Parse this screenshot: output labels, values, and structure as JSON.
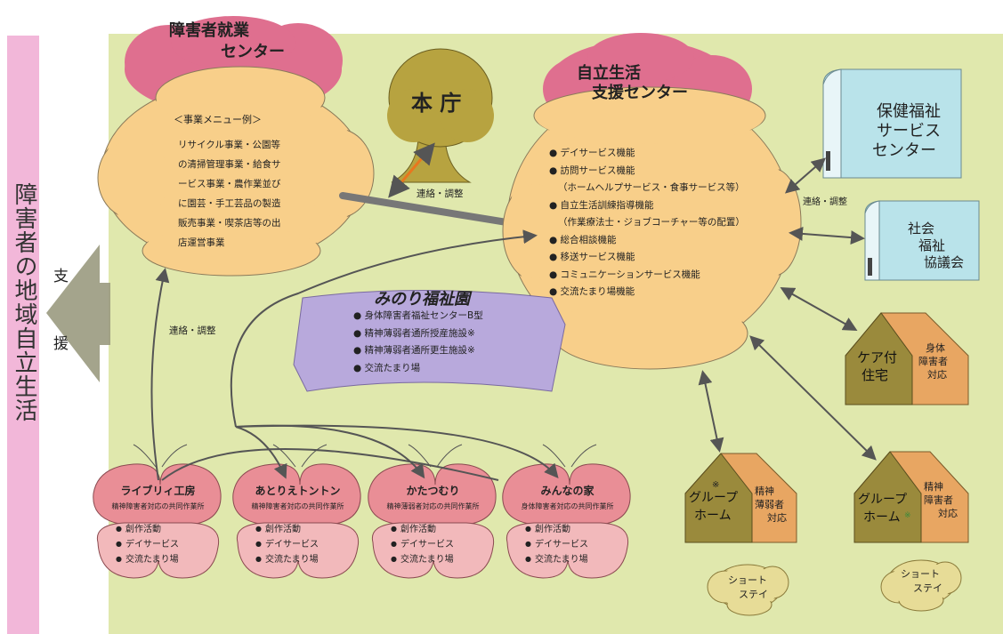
{
  "side_label": "障害者の地域自立生活",
  "support_arrow": [
    "支",
    "援"
  ],
  "employment_center": {
    "title_lines": [
      "障害者就業",
      "センター"
    ],
    "menu_header": "＜事業メニュー例＞",
    "menu_lines": [
      "リサイクル事業・公園等",
      "の清掃管理事業・給食サ",
      "ービス事業・農作業並び",
      "に園芸・手工芸品の製造",
      "販売事業・喫茶店等の出",
      "店運営事業"
    ]
  },
  "honcho": "本 庁",
  "support_center": {
    "title_lines": [
      "自立生活",
      "支援センター"
    ],
    "items": [
      "デイサービス機能",
      "訪問サービス機能",
      "（ホームヘルプサービス・食事サービス等）",
      "自立生活訓練指導機能",
      "（作業療法士・ジョブコーチャー等の配置）",
      "総合相談機能",
      "移送サービス機能",
      "コミュニケーションサービス機能",
      "交流たまり場機能"
    ],
    "bullets": [
      true,
      true,
      false,
      true,
      false,
      true,
      true,
      true,
      true
    ]
  },
  "minori": {
    "title": "みのり福祉園",
    "items": [
      "身体障害者福祉センターB型",
      "精神薄弱者通所授産施設※",
      "精神薄弱者通所更生施設※",
      "交流たまり場"
    ]
  },
  "renraku_labels": [
    "連絡・調整",
    "連絡・調整",
    "連絡・調整"
  ],
  "hoken_center": [
    "保健福祉",
    "サービス",
    "センター"
  ],
  "shakai": [
    "社会",
    "福祉",
    "協議会"
  ],
  "care_house": {
    "main": [
      "ケア付",
      "住宅"
    ],
    "side": [
      "身体",
      "障害者",
      "対応"
    ]
  },
  "group_home_1": {
    "mark": "※",
    "main": [
      "グループ",
      "ホーム"
    ],
    "side": [
      "精神",
      "薄弱者",
      "対応"
    ]
  },
  "group_home_2": {
    "mark": "※",
    "main": [
      "グループ",
      "ホーム"
    ],
    "side": [
      "精神",
      "障害者",
      "対応"
    ]
  },
  "short_stay": [
    "ショート",
    "ステイ"
  ],
  "workshops": [
    {
      "name": "ライブリィ工房",
      "sub": "精神障害者対応の共同作業所",
      "items": [
        "創作活動",
        "デイサービス",
        "交流たまり場"
      ]
    },
    {
      "name": "あとりえトントン",
      "sub": "精神障害者対応の共同作業所",
      "items": [
        "創作活動",
        "デイサービス",
        "交流たまり場"
      ]
    },
    {
      "name": "かたつむり",
      "sub": "精神薄弱者対応の共同作業所",
      "items": [
        "創作活動",
        "デイサービス",
        "交流たまり場"
      ]
    },
    {
      "name": "みんなの家",
      "sub": "身体障害者対応の共同作業所",
      "items": [
        "創作活動",
        "デイサービス",
        "交流たまり場"
      ]
    }
  ],
  "colors": {
    "background": "#e0e8ad",
    "pink_cloud": "#df6f8f",
    "orange_cloud": "#f8cf8a",
    "tree": "#b7a340",
    "lavender": "#b8a9dc",
    "cyan_building": "#b9e3ea",
    "house_orange": "#e8a662",
    "house_olive": "#9a8a3c",
    "butterfly_top": "#e98e96",
    "butterfly_bottom": "#f2b9bb",
    "side_band": "#f2b7d9",
    "arrow_gray": "#9a9a80"
  }
}
